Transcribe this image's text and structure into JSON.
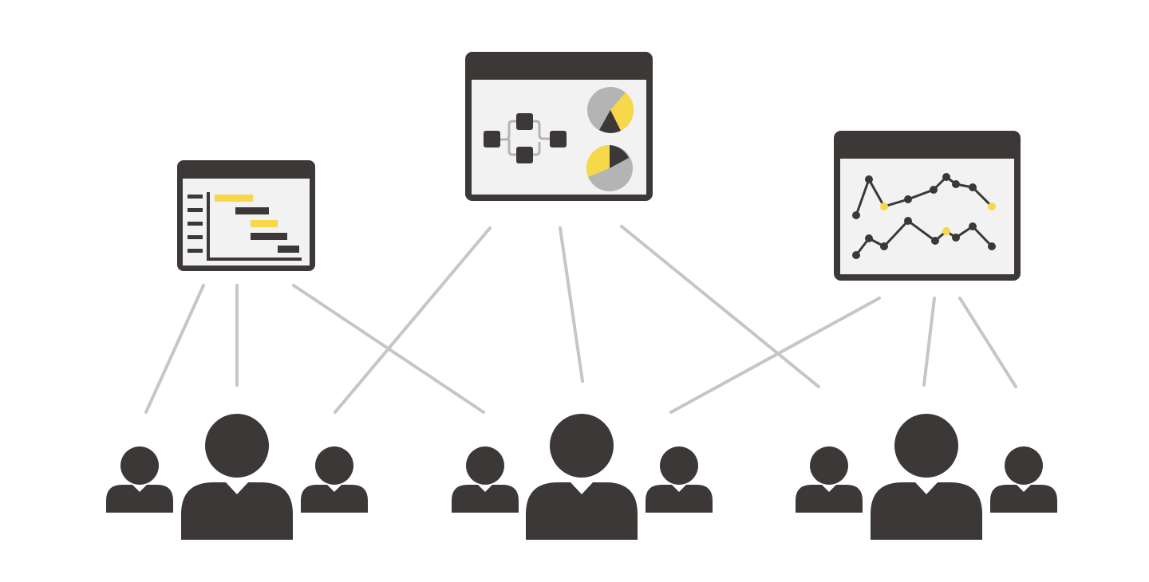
{
  "colors": {
    "background": "#ffffff",
    "dark": "#3c3838",
    "panel": "#f2f2f2",
    "accent": "#f6d84a",
    "gray": "#b4b4b4",
    "connector": "#c6c6c6"
  },
  "windows": [
    {
      "id": "gantt",
      "icon": "gantt-chart-icon"
    },
    {
      "id": "flow-pie",
      "icon": "flowchart-pie-chart-icon"
    },
    {
      "id": "line",
      "icon": "line-chart-icon"
    }
  ],
  "groups": [
    {
      "id": "group-left",
      "icon": "user-group-icon",
      "members": 3
    },
    {
      "id": "group-center",
      "icon": "user-group-icon",
      "members": 3
    },
    {
      "id": "group-right",
      "icon": "user-group-icon",
      "members": 3
    }
  ],
  "connections": [
    {
      "from": "gantt",
      "to": "group-left"
    },
    {
      "from": "gantt",
      "to": "group-left"
    },
    {
      "from": "gantt",
      "to": "group-center"
    },
    {
      "from": "flow-pie",
      "to": "group-left"
    },
    {
      "from": "flow-pie",
      "to": "group-center"
    },
    {
      "from": "flow-pie",
      "to": "group-right"
    },
    {
      "from": "line",
      "to": "group-center"
    },
    {
      "from": "line",
      "to": "group-right"
    },
    {
      "from": "line",
      "to": "group-right"
    }
  ]
}
